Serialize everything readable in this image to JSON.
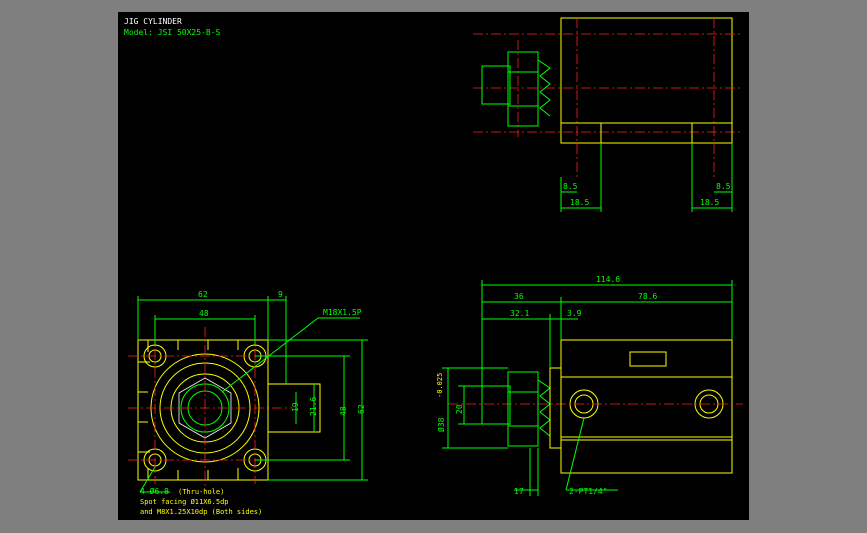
{
  "title": "JIG CYLINDER",
  "model": "Model: JSI 50X25-B-S",
  "top_view": {
    "dim_left_small": "8.5",
    "dim_right_small": "8.5",
    "dim_left_large": "18.5",
    "dim_right_large": "18.5"
  },
  "front_view": {
    "dim_62": "62",
    "dim_9": "9",
    "dim_48_top": "48",
    "thread_label": "M18X1.5P",
    "dim_19": "19",
    "dim_21_6": "21.6",
    "dim_48_right": "48",
    "dim_62_right": "62",
    "note_holes": "4-Ø6.8",
    "note_thru": "(Thru-hole)",
    "note_spot": "Spot facing Ø11X6.5dp",
    "note_m8": "and M8X1.25X10dp (Both sides)"
  },
  "side_view": {
    "dim_114_6": "114.6",
    "dim_36": "36",
    "dim_78_6": "78.6",
    "dim_32_1": "32.1",
    "dim_3_9": "3.9",
    "dim_20": "20",
    "dim_38": "Ø38",
    "dim_38_tol": "-0.025",
    "dim_17": "17",
    "port_label": "2-PT1/4\""
  }
}
